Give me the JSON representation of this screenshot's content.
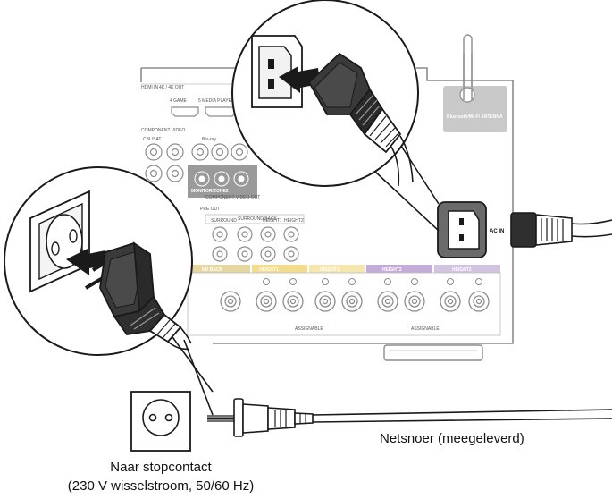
{
  "labels": {
    "cord": "Netsnoer (meegeleverd)",
    "outlet_line1": "Naar stopcontact",
    "outlet_line2": "(230 V wisselstroom, 50/60 Hz)",
    "ac_in": "AC IN",
    "antenna": "Bluetooth/Wi-Fi ANTENNA",
    "panel_tops": [
      "HDMI IN",
      "4K / 4K OUT",
      "4 GAME",
      "5 MEDIA PLAYER",
      "COMPONENT VIDEO",
      "CBL/SAT",
      "Blu-ray",
      "MONITOR/ZONE2",
      "COMPONENT VIDEO OUT",
      "PRE OUT",
      "SURROUND",
      "SURROUND BACK",
      "HEIGHT1",
      "HEIGHT2"
    ],
    "speaker_groups": [
      "ND BACK",
      "HEIGHT1",
      "HEIGHT1",
      "HEIGHT2",
      "HEIGHT2"
    ],
    "assignable": "ASSIGNABLE"
  },
  "colors": {
    "line": "#1a1a1a",
    "panel_line": "#8c8c8c",
    "height1": "#f3dc8c",
    "height2": "#c4acd9",
    "height2_b": "#d3c3e3",
    "surround_back": "#e6d7a0",
    "inlet": "#6a6a6a",
    "plug": "#3a3a3a"
  }
}
